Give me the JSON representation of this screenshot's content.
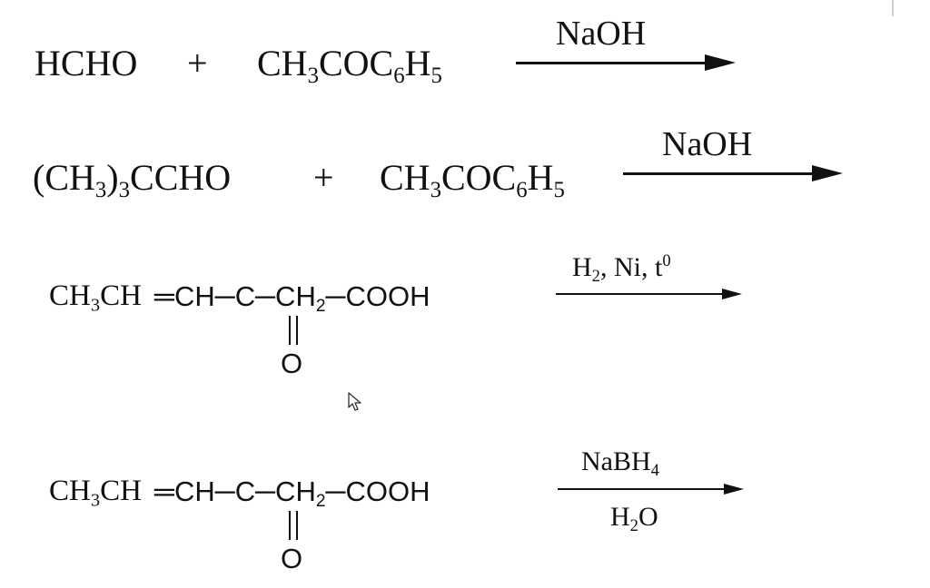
{
  "reactions": [
    {
      "reactant1": {
        "parts": [
          {
            "t": "HCHO"
          }
        ]
      },
      "plus": "+",
      "reactant2": {
        "parts": [
          {
            "t": "CH"
          },
          {
            "sub": "3"
          },
          {
            "t": "COC"
          },
          {
            "sub": "6"
          },
          {
            "t": "H"
          },
          {
            "sub": "5"
          }
        ]
      },
      "condition_above": {
        "parts": [
          {
            "t": "NaOH"
          }
        ]
      }
    },
    {
      "reactant1": {
        "parts": [
          {
            "t": "(CH"
          },
          {
            "sub": "3"
          },
          {
            "t": ")"
          },
          {
            "sub": "3"
          },
          {
            "t": "CCHO"
          }
        ]
      },
      "plus": "+",
      "reactant2": {
        "parts": [
          {
            "t": "CH"
          },
          {
            "sub": "3"
          },
          {
            "t": "COC"
          },
          {
            "sub": "6"
          },
          {
            "t": "H"
          },
          {
            "sub": "5"
          }
        ]
      },
      "condition_above": {
        "parts": [
          {
            "t": "NaOH"
          }
        ]
      }
    },
    {
      "prefix": {
        "parts": [
          {
            "t": "CH"
          },
          {
            "sub": "3"
          },
          {
            "t": "CH"
          }
        ]
      },
      "chain": {
        "parts": [
          {
            "t": "═CH─C─CH"
          },
          {
            "sub": "2"
          },
          {
            "t": "─COOH"
          }
        ]
      },
      "oxygen": "O",
      "condition_above": {
        "parts": [
          {
            "t": "H"
          },
          {
            "sub": "2"
          },
          {
            "t": ", Ni, t"
          },
          {
            "sup": "0"
          }
        ]
      }
    },
    {
      "prefix": {
        "parts": [
          {
            "t": "CH"
          },
          {
            "sub": "3"
          },
          {
            "t": "CH"
          }
        ]
      },
      "chain": {
        "parts": [
          {
            "t": "═CH─C─CH"
          },
          {
            "sub": "2"
          },
          {
            "t": "─COOH"
          }
        ]
      },
      "oxygen": "O",
      "condition_above": {
        "parts": [
          {
            "t": "NaBH"
          },
          {
            "sub": "4"
          }
        ]
      },
      "condition_below": {
        "parts": [
          {
            "t": "H"
          },
          {
            "sub": "2"
          },
          {
            "t": "O"
          }
        ]
      }
    }
  ]
}
